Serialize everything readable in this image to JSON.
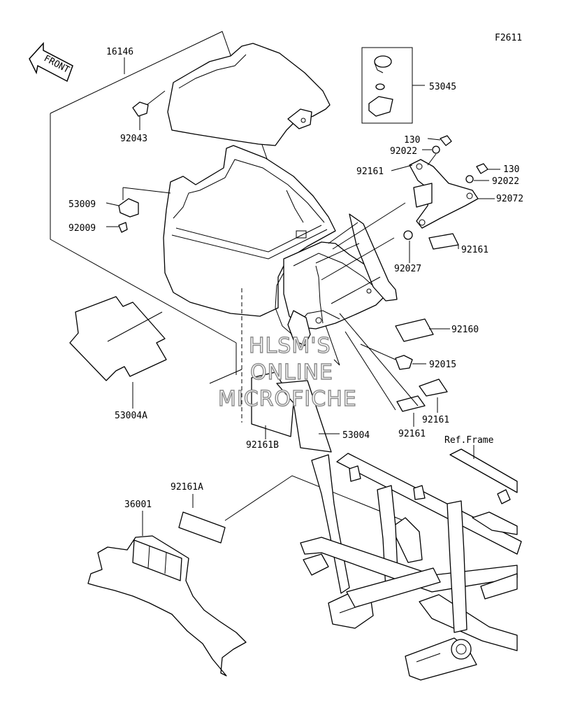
{
  "figure_code": "F2611",
  "front_arrow_text": "FRONT",
  "watermark": [
    "HLSM'S",
    "ONLINE",
    "MICROFICHE"
  ],
  "ref_frame_label": "Ref.Frame",
  "part_labels": {
    "p16146": "16146",
    "p92043": "92043",
    "p53009": "53009",
    "p92009": "92009",
    "p53004A": "53004A",
    "p92161B": "92161B",
    "p53004": "53004",
    "p53045": "53045",
    "p130a": "130",
    "p92022a": "92022",
    "p130b": "130",
    "p92022b": "92022",
    "p92161a": "92161",
    "p92072": "92072",
    "p92027": "92027",
    "p92161b": "92161",
    "p92160": "92160",
    "p92015": "92015",
    "p92161c": "92161",
    "p92161d": "92161",
    "p92161A": "92161A",
    "p36001": "36001"
  }
}
